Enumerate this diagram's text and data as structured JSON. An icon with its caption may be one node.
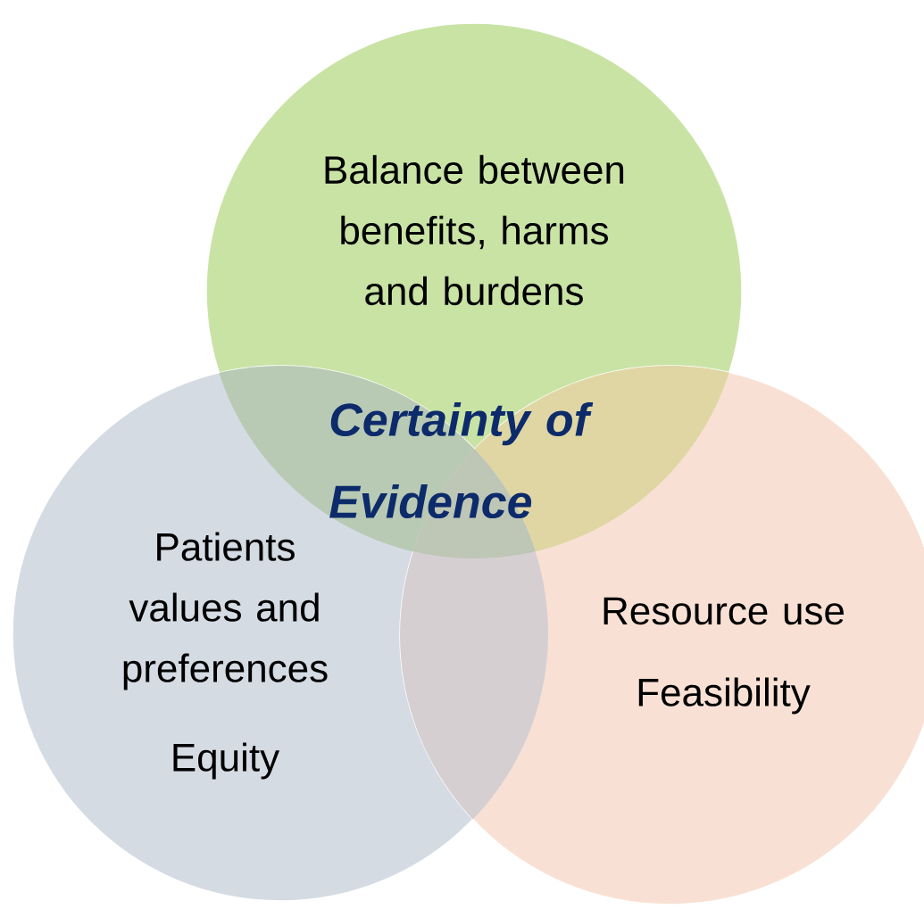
{
  "diagram": {
    "nodes": [
      {
        "text": [
          "Balance between benefits, harms and burdens"
        ]
      },
      {
        "text": [
          "Patients values and preferences",
          "Equity"
        ]
      },
      {
        "text": [
          "Resource use",
          "Feasibility"
        ]
      }
    ],
    "labels": [
      "Certainty of Evidence"
    ]
  }
}
